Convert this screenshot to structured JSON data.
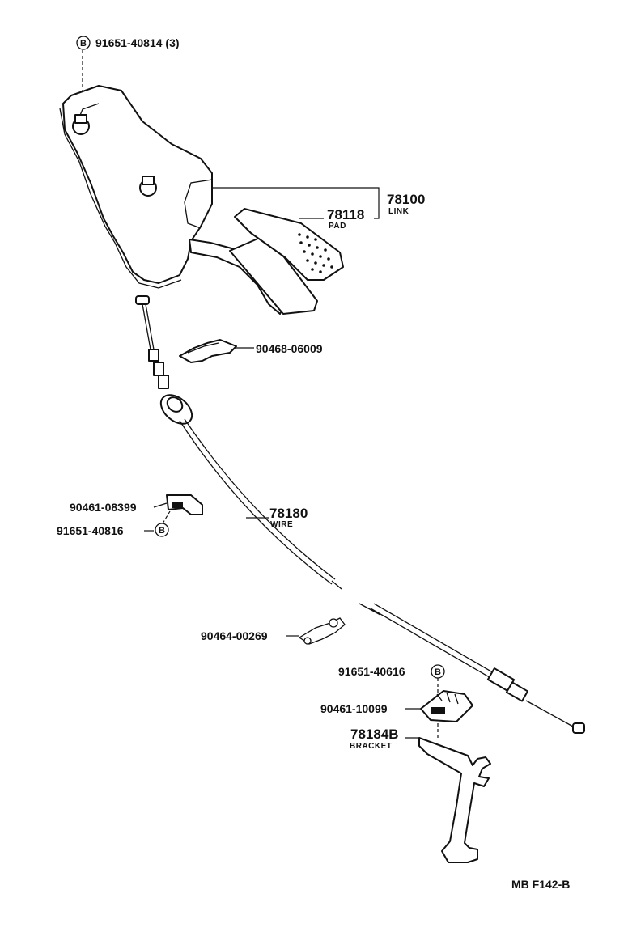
{
  "labels": {
    "bolt_top": {
      "badge": "B",
      "part": "91651-40814 (3)"
    },
    "link": {
      "part": "78100",
      "name": "LINK"
    },
    "pad": {
      "part": "78118",
      "name": "PAD"
    },
    "clip_upper": {
      "part": "90468-06009"
    },
    "clamp_mid": {
      "part": "90461-08399"
    },
    "bolt_mid": {
      "part": "91651-40816",
      "badge": "B"
    },
    "wire": {
      "part": "78180",
      "name": "WIRE"
    },
    "clip_lower": {
      "part": "90464-00269"
    },
    "bolt_lower": {
      "part": "91651-40616",
      "badge": "B"
    },
    "clamp_lower": {
      "part": "90461-10099"
    },
    "bracket": {
      "part": "78184B",
      "name": "BRACKET"
    }
  },
  "figure_code": "MB F142-B"
}
